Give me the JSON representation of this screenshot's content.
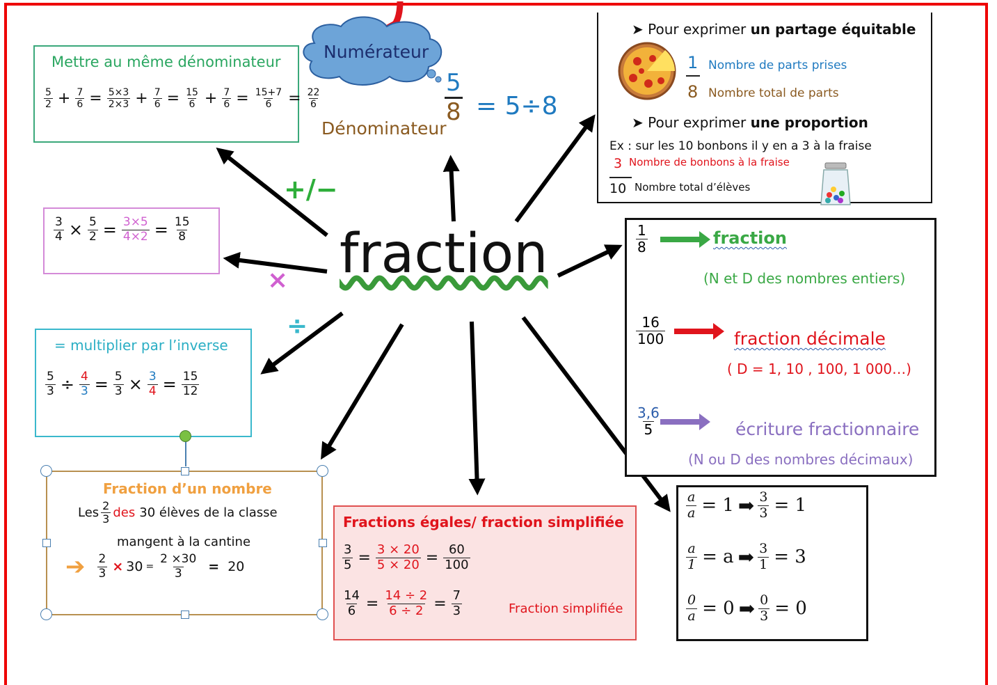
{
  "center": {
    "title": "fraction"
  },
  "numerator_block": {
    "cloud_label": "Numérateur",
    "denominator_label": "Dénominateur",
    "num": "5",
    "den": "8",
    "equals_div": "= 5÷8"
  },
  "same_denominator": {
    "title": "Mettre au même dénominateur",
    "terms": [
      {
        "n": "5",
        "d": "2"
      },
      "+",
      {
        "n": "7",
        "d": "6"
      },
      "=",
      {
        "n": "5×3",
        "d": "2×3"
      },
      "+",
      {
        "n": "7",
        "d": "6"
      },
      "=",
      {
        "n": "15",
        "d": "6"
      },
      "+",
      {
        "n": "7",
        "d": "6"
      },
      "=",
      {
        "n": "15+7",
        "d": "6"
      },
      "=",
      {
        "n": "22",
        "d": "6"
      }
    ]
  },
  "plus_minus": "+/−",
  "multiplication": {
    "symbol": "×",
    "terms": [
      {
        "n": "3",
        "d": "4"
      },
      "×",
      {
        "n": "5",
        "d": "2"
      },
      "=",
      {
        "n": "3×5",
        "d": "4×2"
      },
      "=",
      {
        "n": "15",
        "d": "8"
      }
    ]
  },
  "division": {
    "symbol": "÷",
    "title": "= multiplier par l’inverse",
    "terms": [
      {
        "n": "5",
        "d": "3"
      },
      "÷",
      {
        "n": "4",
        "d": "3"
      },
      "=",
      {
        "n": "5",
        "d": "3"
      },
      "×",
      {
        "n": "3",
        "d": "4"
      },
      "=",
      {
        "n": "15",
        "d": "12"
      }
    ]
  },
  "fraction_of_number": {
    "title": "Fraction d’un nombre",
    "sentence_before": "Les",
    "frac": {
      "n": "2",
      "d": "3"
    },
    "sentence_red": "des",
    "sentence_after": "30 élèves de la classe",
    "line2": "mangent à la cantine",
    "calc": {
      "frac": {
        "n": "2",
        "d": "3"
      },
      "times": "×",
      "value": "30",
      "eq1": "=",
      "frac2": {
        "n": "2 ×30",
        "d": "3"
      },
      "eq2": "=",
      "result": "20"
    }
  },
  "equal_fractions": {
    "title": "Fractions égales/ fraction simplifiée",
    "row1": [
      {
        "n": "3",
        "d": "5"
      },
      "=",
      {
        "n": "3 × 20",
        "d": "5 × 20"
      },
      "=",
      {
        "n": "60",
        "d": "100"
      }
    ],
    "row2": [
      {
        "n": "14",
        "d": "6"
      },
      "=",
      {
        "n": "14 ÷ 2",
        "d": "6 ÷ 2"
      },
      "=",
      {
        "n": "7",
        "d": "3"
      }
    ],
    "note": "Fraction simplifiée"
  },
  "sharing": {
    "heading1_prefix": "➤ Pour exprimer ",
    "heading1_bold": "un partage équitable",
    "num": "1",
    "num_label": "Nombre de parts prises",
    "den": "8",
    "den_label": "Nombre total de parts",
    "heading2_prefix": "➤ Pour exprimer ",
    "heading2_bold": "une proportion",
    "example": "Ex : sur les 10 bonbons il y en a 3 à la fraise",
    "ex_num": "3",
    "ex_num_label": "Nombre de bonbons à la fraise",
    "ex_den": "10",
    "ex_den_label": "Nombre total d’élèves"
  },
  "types": {
    "items": [
      {
        "n": "1",
        "d": "8",
        "label": "fraction",
        "note": "(N et D des nombres entiers)",
        "color": "#3aa845"
      },
      {
        "n": "16",
        "d": "100",
        "label": "fraction décimale",
        "note": "( D = 1, 10 , 100, 1 000…)",
        "color": "#e0141c"
      },
      {
        "n": "3,6",
        "d": "5",
        "label": "écriture fractionnaire",
        "note": "(N ou D des nombres décimaux)",
        "color": "#8a6fc0"
      }
    ]
  },
  "special": {
    "rows": [
      {
        "a": {
          "n": "a",
          "d": "a"
        },
        "eq": "= 1",
        "b": {
          "n": "3",
          "d": "3"
        },
        "res": "= 1"
      },
      {
        "a": {
          "n": "a",
          "d": "1"
        },
        "eq": "= a",
        "b": {
          "n": "3",
          "d": "1"
        },
        "res": "= 3"
      },
      {
        "a": {
          "n": "0",
          "d": "a"
        },
        "eq": "= 0",
        "b": {
          "n": "0",
          "d": "3"
        },
        "res": "= 0"
      }
    ]
  },
  "colors": {
    "frame": "#e00000",
    "green_box": "#3aa87a",
    "pink_box": "#d48ad8",
    "cyan_box": "#3ab8cc",
    "orange_box": "#b89050",
    "red_box": "#e05050",
    "accent_blue": "#1f7ac0"
  }
}
